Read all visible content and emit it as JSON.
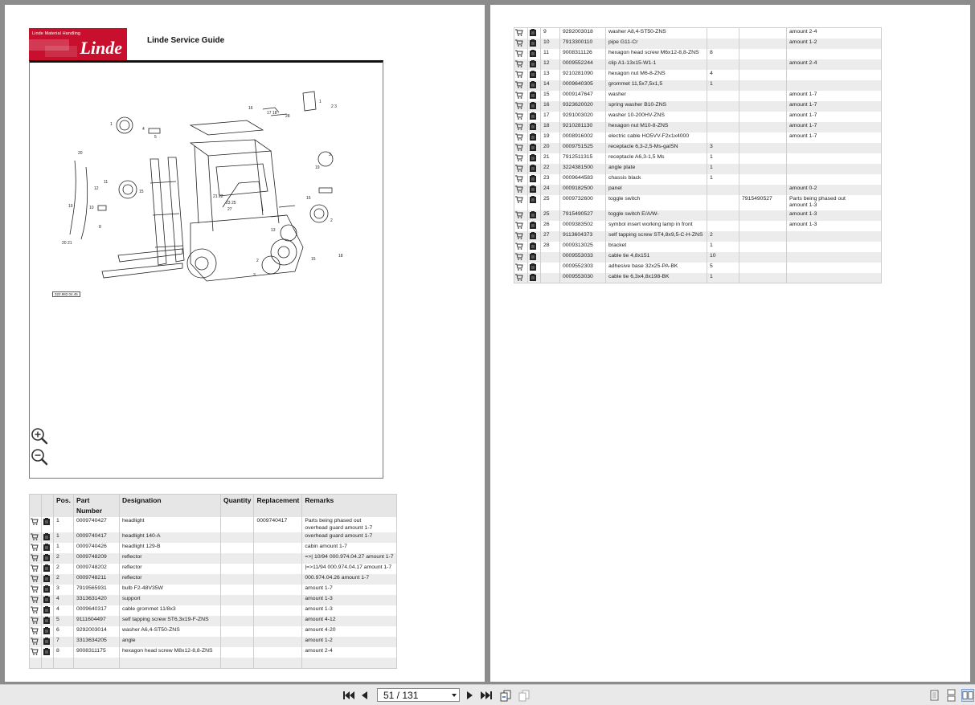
{
  "header": {
    "logo_small_text": "Linde Material Handling",
    "logo_brand": "Linde",
    "title": "Linde Service Guide"
  },
  "drawing": {
    "reference": "322.982.04.45"
  },
  "table": {
    "columns": [
      "Pos.",
      "Part Number",
      "Designation",
      "Quantity",
      "Replacement",
      "Remarks"
    ]
  },
  "parts_left": [
    {
      "pos": "1",
      "part": "0009740427",
      "designation": "headlight",
      "qty": "",
      "replacement": "0009740417",
      "remarks": "Parts being phased out",
      "remarks2": "overhead guard amount 1-7"
    },
    {
      "pos": "1",
      "part": "0009740417",
      "designation": "headlight 140-A",
      "qty": "",
      "replacement": "",
      "remarks": "overhead guard amount 1-7",
      "remarks2": ""
    },
    {
      "pos": "1",
      "part": "0009740426",
      "designation": "headlight 129-B",
      "qty": "",
      "replacement": "",
      "remarks": "cabin amount 1-7",
      "remarks2": ""
    },
    {
      "pos": "2",
      "part": "0009748209",
      "designation": "reflector",
      "qty": "",
      "replacement": "",
      "remarks": "=>| 10/94 000.974.04.27 amount 1-7",
      "remarks2": ""
    },
    {
      "pos": "2",
      "part": "0009748202",
      "designation": "reflector",
      "qty": "",
      "replacement": "",
      "remarks": "|=>11/94 000.974.04.17 amount 1-7",
      "remarks2": ""
    },
    {
      "pos": "2",
      "part": "0009748211",
      "designation": "reflector",
      "qty": "",
      "replacement": "",
      "remarks": "000.974.04.26 amount 1-7",
      "remarks2": ""
    },
    {
      "pos": "3",
      "part": "7919565931",
      "designation": "bulb F2-48V35W",
      "qty": "",
      "replacement": "",
      "remarks": "amount 1-7",
      "remarks2": ""
    },
    {
      "pos": "4",
      "part": "3313631420",
      "designation": "support",
      "qty": "",
      "replacement": "",
      "remarks": "amount 1-3",
      "remarks2": ""
    },
    {
      "pos": "4",
      "part": "0009640317",
      "designation": "cable grommet 11/8x3",
      "qty": "",
      "replacement": "",
      "remarks": "amount 1-3",
      "remarks2": ""
    },
    {
      "pos": "5",
      "part": "9111604497",
      "designation": "self tapping screw ST6,3x19-F-ZNS",
      "qty": "",
      "replacement": "",
      "remarks": "amount 4-12",
      "remarks2": ""
    },
    {
      "pos": "6",
      "part": "9292003014",
      "designation": "washer A6,4-ST50-ZNS",
      "qty": "",
      "replacement": "",
      "remarks": "amount 4-20",
      "remarks2": ""
    },
    {
      "pos": "7",
      "part": "3313634205",
      "designation": "angle",
      "qty": "",
      "replacement": "",
      "remarks": "amount 1-2",
      "remarks2": ""
    },
    {
      "pos": "8",
      "part": "9008311175",
      "designation": "hexagon head screw M8x12-8,8-ZNS",
      "qty": "",
      "replacement": "",
      "remarks": "amount 2-4",
      "remarks2": ""
    }
  ],
  "parts_right": [
    {
      "pos": "9",
      "part": "9292003018",
      "designation": "washer A8,4-ST50-ZNS",
      "qty": "",
      "replacement": "",
      "remarks": "amount 2-4",
      "remarks2": ""
    },
    {
      "pos": "10",
      "part": "7913300110",
      "designation": "pipe G11-Cr",
      "qty": "",
      "replacement": "",
      "remarks": "amount 1-2",
      "remarks2": ""
    },
    {
      "pos": "11",
      "part": "9008311126",
      "designation": "hexagon head screw M6x12-8,8-ZNS",
      "qty": "8",
      "replacement": "",
      "remarks": "",
      "remarks2": ""
    },
    {
      "pos": "12",
      "part": "0009552244",
      "designation": "clip A1-13x15-W1-1",
      "qty": "",
      "replacement": "",
      "remarks": "amount 2-4",
      "remarks2": ""
    },
    {
      "pos": "13",
      "part": "9210281090",
      "designation": "hexagon nut M6-8-ZNS",
      "qty": "4",
      "replacement": "",
      "remarks": "",
      "remarks2": ""
    },
    {
      "pos": "14",
      "part": "0009640305",
      "designation": "grommet 11,5x7,5x1,5",
      "qty": "1",
      "replacement": "",
      "remarks": "",
      "remarks2": ""
    },
    {
      "pos": "15",
      "part": "0009147647",
      "designation": "washer",
      "qty": "",
      "replacement": "",
      "remarks": "amount 1-7",
      "remarks2": ""
    },
    {
      "pos": "16",
      "part": "9323620020",
      "designation": "spring washer B10-ZNS",
      "qty": "",
      "replacement": "",
      "remarks": "amount 1-7",
      "remarks2": ""
    },
    {
      "pos": "17",
      "part": "9291003020",
      "designation": "washer 10-200HV-ZNS",
      "qty": "",
      "replacement": "",
      "remarks": "amount 1-7",
      "remarks2": ""
    },
    {
      "pos": "18",
      "part": "9210281130",
      "designation": "hexagon nut M10-8-ZNS",
      "qty": "",
      "replacement": "",
      "remarks": "amount 1-7",
      "remarks2": ""
    },
    {
      "pos": "19",
      "part": "0008916002",
      "designation": "electric cable HO5VV-F2x1x4000",
      "qty": "",
      "replacement": "",
      "remarks": "amount 1-7",
      "remarks2": ""
    },
    {
      "pos": "20",
      "part": "0009751525",
      "designation": "receptacle 6,3-2,5-Ms-galSN",
      "qty": "3",
      "replacement": "",
      "remarks": "",
      "remarks2": ""
    },
    {
      "pos": "21",
      "part": "7912511315",
      "designation": "receptacle A6,3-1,5 Ms",
      "qty": "1",
      "replacement": "",
      "remarks": "",
      "remarks2": ""
    },
    {
      "pos": "22",
      "part": "3224381500",
      "designation": "angle plate",
      "qty": "1",
      "replacement": "",
      "remarks": "",
      "remarks2": ""
    },
    {
      "pos": "23",
      "part": "0009644583",
      "designation": "chassis black",
      "qty": "1",
      "replacement": "",
      "remarks": "",
      "remarks2": ""
    },
    {
      "pos": "24",
      "part": "0009182500",
      "designation": "panel",
      "qty": "",
      "replacement": "",
      "remarks": "amount 0-2",
      "remarks2": ""
    },
    {
      "pos": "25",
      "part": "0009732600",
      "designation": "toggle switch",
      "qty": "",
      "replacement": "7915490527",
      "remarks": "Parts being phased out",
      "remarks2": "amount 1-3"
    },
    {
      "pos": "25",
      "part": "7915490527",
      "designation": "toggle switch E/A/W-",
      "qty": "",
      "replacement": "",
      "remarks": "amount 1-3",
      "remarks2": ""
    },
    {
      "pos": "26",
      "part": "0009383502",
      "designation": "symbol insert working lamp in front",
      "qty": "",
      "replacement": "",
      "remarks": "amount 1-3",
      "remarks2": ""
    },
    {
      "pos": "27",
      "part": "9113604373",
      "designation": "self tapping screw ST4,8x9,5-C-H-ZNS",
      "qty": "2",
      "replacement": "",
      "remarks": "",
      "remarks2": ""
    },
    {
      "pos": "28",
      "part": "0009313025",
      "designation": "bracket",
      "qty": "1",
      "replacement": "",
      "remarks": "",
      "remarks2": ""
    },
    {
      "pos": "",
      "part": "0009553033",
      "designation": "cable tie 4,8x151",
      "qty": "10",
      "replacement": "",
      "remarks": "",
      "remarks2": ""
    },
    {
      "pos": "",
      "part": "0009552303",
      "designation": "adhesive base 32x25-PA-BK",
      "qty": "5",
      "replacement": "",
      "remarks": "",
      "remarks2": ""
    },
    {
      "pos": "",
      "part": "0009553030",
      "designation": "cable tie 6,3x4,8x198-BK",
      "qty": "1",
      "replacement": "",
      "remarks": "",
      "remarks2": ""
    }
  ],
  "toolbar": {
    "page_indicator": "51 / 131"
  },
  "colors": {
    "brand_red": "#c8102e",
    "viewer_bg": "#8c8c8c",
    "row_alt": "#ececec"
  },
  "icons": [
    "cart-icon",
    "info-icon",
    "zoom-in-icon",
    "zoom-out-icon",
    "first-page-icon",
    "prev-page-icon",
    "next-page-icon",
    "last-page-icon",
    "single-page-view-icon",
    "continuous-view-icon",
    "facing-view-icon"
  ]
}
